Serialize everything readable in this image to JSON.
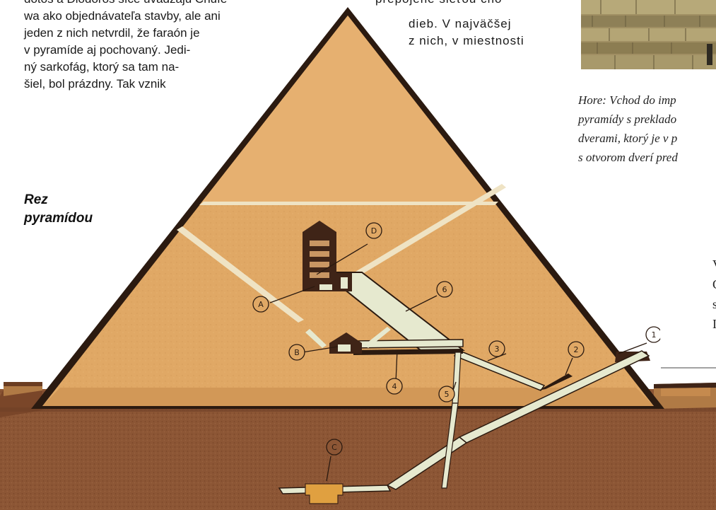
{
  "article": {
    "left_column_lines": [
      "dotos a Diodoros síce uvádzajú Chufe",
      "wa ako objednávateľa stavby, ale ani",
      "jeden z nich netvrdil, že faraón je",
      "v pyramíde aj pochovaný. Jedi-",
      "ný sarkofág, ktorý sa tam na-",
      "šiel, bol prázdny. Tak vznik"
    ],
    "middle_column_top": "prepojené sieťou cho-",
    "middle_column_lines": [
      "dieb. V najväčšej",
      "z nich, v miestnosti"
    ]
  },
  "photo_caption": {
    "lines": [
      "Hore: Vchod do imp",
      "pyramídy s preklado",
      "dverami, ktorý je v p",
      "s otvorom dverí pred"
    ]
  },
  "figure_heading": {
    "lines": [
      "Rez",
      "pyramídou"
    ]
  },
  "figure": {
    "chamber_labels": [
      "A",
      "B",
      "C",
      "D"
    ],
    "passage_labels": [
      "1",
      "2",
      "3",
      "4",
      "5",
      "6"
    ],
    "colors": {
      "sky": "#ffffff",
      "stone": "#e0a865",
      "stone_shadow": "#c98d4c",
      "ground": "#8c5635",
      "ground_dark": "#6e3f26",
      "passage": "#e6e9cf",
      "chamber": "#3f2417",
      "outline": "#2b1a10"
    }
  },
  "partial_text": {
    "lines": [
      "V",
      "C",
      "s",
      "I"
    ]
  }
}
